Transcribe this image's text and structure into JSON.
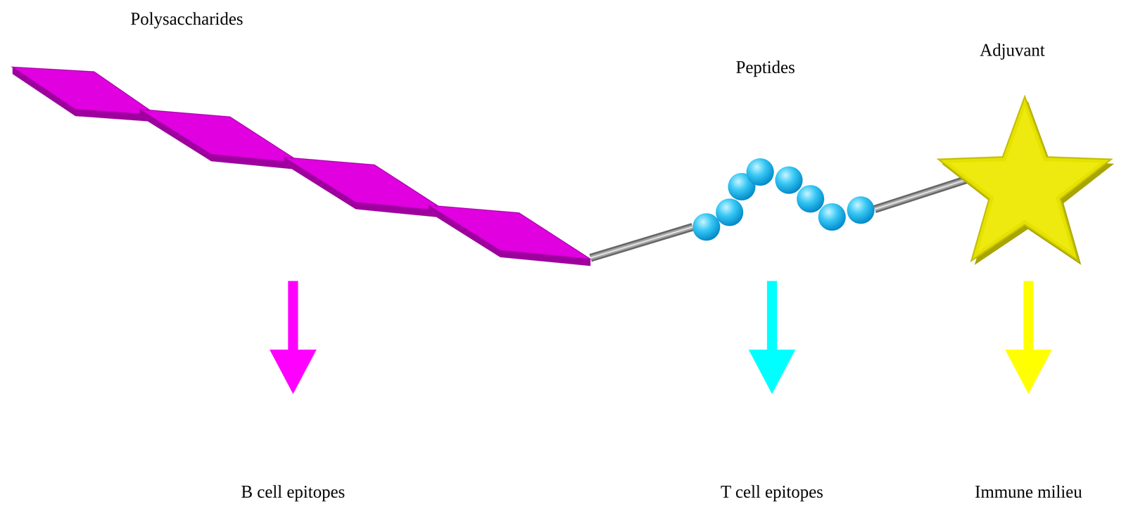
{
  "diagram": {
    "nodes": [
      {
        "text": [
          "Polysaccharides"
        ]
      },
      {
        "text": [
          "Peptides"
        ]
      },
      {
        "text": [
          "Adjuvant"
        ]
      }
    ],
    "edges": [
      {
        "from": 0,
        "to": 1,
        "arrow": "none"
      },
      {
        "from": 1,
        "to": 2,
        "arrow": "none"
      }
    ],
    "labels": [
      "B cell epitopes",
      "T cell epitopes",
      "Immune milieu"
    ]
  }
}
